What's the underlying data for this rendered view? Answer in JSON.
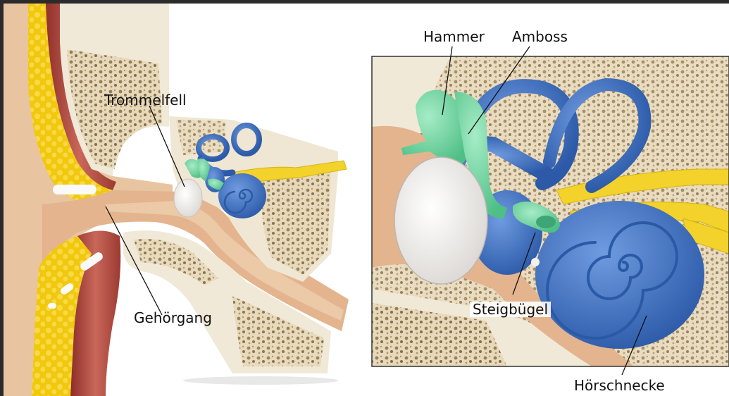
{
  "labels": {
    "trommelfell": "Trommelfell",
    "gehoergang": "Gehörgang",
    "hammer": "Hammer",
    "amboss": "Amboss",
    "steigbuegel": "Steigbügel",
    "hoerschnecke": "Hörschnecke"
  },
  "colors": {
    "bone": "#efe7d6",
    "spongy_bone": "#c9b28a",
    "skin": "#e3b995",
    "canal": "#e8c6a2",
    "fat": "#f2cc1c",
    "muscle": "#b0453b",
    "inner_ear": "#3f72bf",
    "ossicles": "#7bd8a8",
    "nerve": "#f1d128",
    "eardrum": "#f4f2f0"
  }
}
